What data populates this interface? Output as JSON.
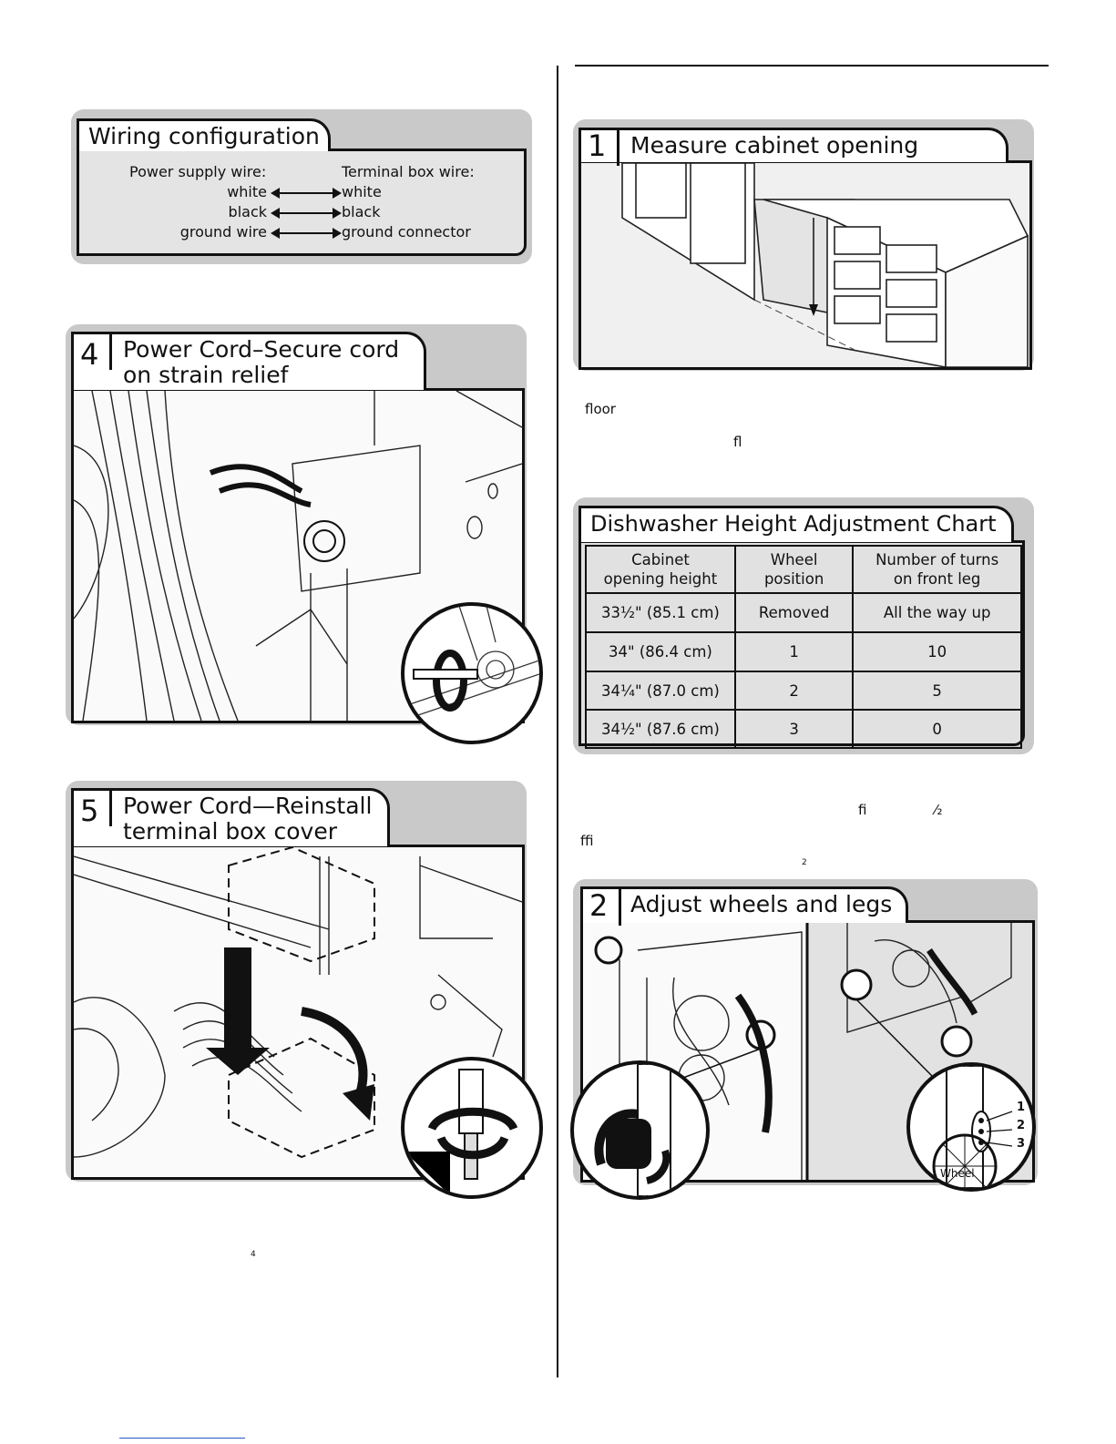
{
  "wiring": {
    "title": "Wiring configuration",
    "left_header": "Power supply wire:",
    "right_header": "Terminal box wire:",
    "rows": [
      {
        "left": "white",
        "right": "white"
      },
      {
        "left": "black",
        "right": "black"
      },
      {
        "left": "ground wire",
        "right": "ground connector"
      }
    ]
  },
  "step4": {
    "number": "4",
    "title_line1": "Power Cord–Secure cord",
    "title_line2": "on strain relief"
  },
  "step5": {
    "number": "5",
    "title_line1": "Power Cord—Reinstall",
    "title_line2": "terminal box cover"
  },
  "step1": {
    "number": "1",
    "title": "Measure cabinet opening"
  },
  "step2": {
    "number": "2",
    "title": "Adjust wheels and legs",
    "callouts": [
      "1",
      "2",
      "3"
    ],
    "wheel_label": "Wheel"
  },
  "chart": {
    "title": "Dishwasher Height Adjustment Chart",
    "headers": [
      "Cabinet\nopening height",
      "Wheel\nposition",
      "Number of turns\non front leg"
    ],
    "rows": [
      [
        "33½\" (85.1 cm)",
        "Removed",
        "All the way up"
      ],
      [
        "34\" (86.4 cm)",
        "1",
        "10"
      ],
      [
        "34¼\" (87.0 cm)",
        "2",
        "5"
      ],
      [
        "34½\" (87.6 cm)",
        "3",
        "0"
      ]
    ]
  },
  "fragments": {
    "floor": "floor",
    "fl": "fl",
    "fi": "fi",
    "half": "⁄₂",
    "ffi": "ffi",
    "sup2": "2",
    "sup4": "4"
  }
}
